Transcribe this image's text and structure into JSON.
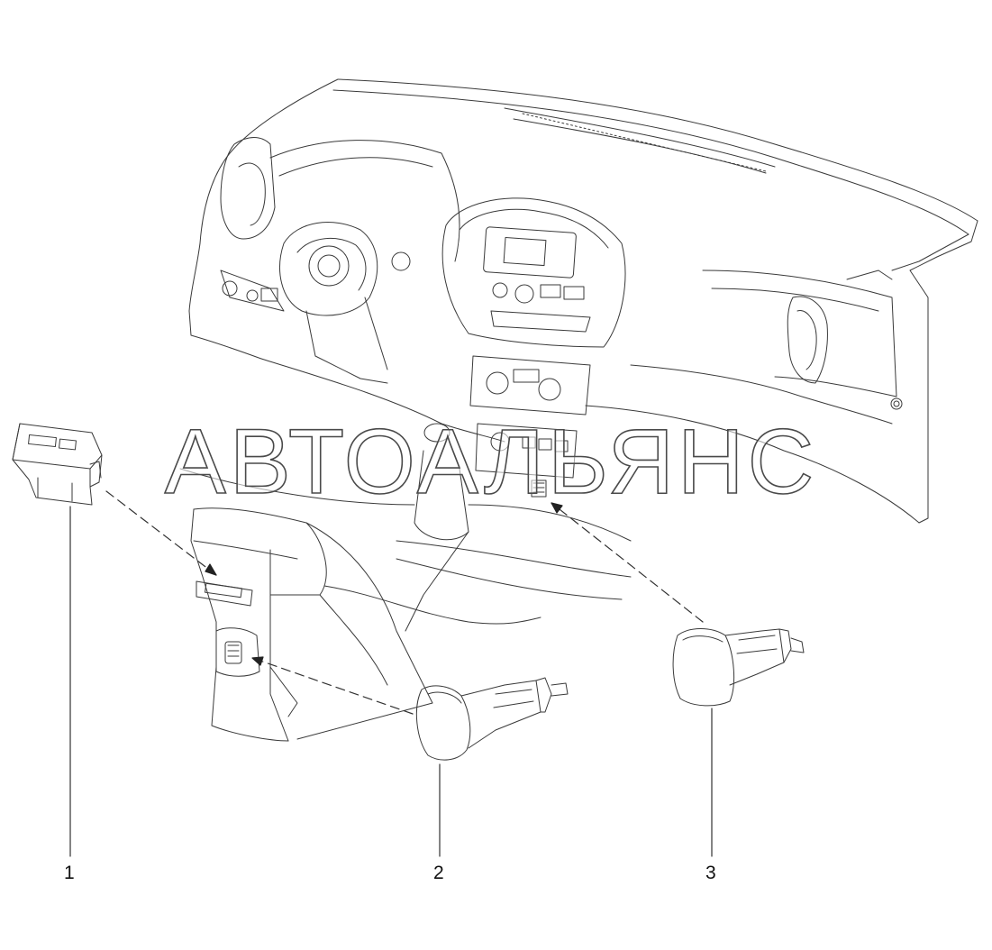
{
  "watermark": {
    "text": "АВТОАЛЬЯНС"
  },
  "callouts": [
    {
      "number": "1"
    },
    {
      "number": "2"
    },
    {
      "number": "3"
    }
  ],
  "colors": {
    "line": "#3a3a3a",
    "watermark_fill": "#ffffff",
    "watermark_stroke": "#4a4a4a"
  }
}
